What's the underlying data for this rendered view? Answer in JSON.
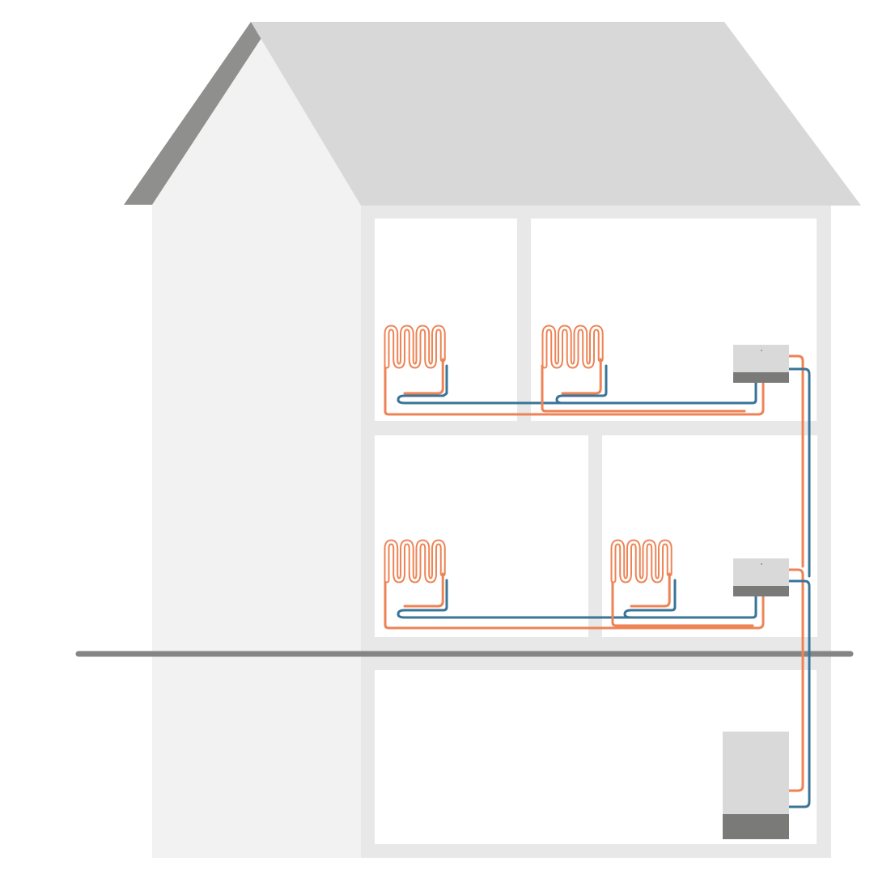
{
  "diagram": {
    "subject": "underfloor-heating-house-section",
    "colors": {
      "background": "#ffffff",
      "gable_wall": "#f2f2f2",
      "roof": "#d8d8d8",
      "roof_edge": "#8f8f8d",
      "interior_wall": "#e8e8e8",
      "room": "#ffffff",
      "ground_line": "#858585",
      "flow_pipe": "#ee8355",
      "return_pipe": "#3a7497",
      "unit_body": "#d9d9d9",
      "unit_base": "#7a7a78"
    },
    "floors": [
      {
        "level": "upper",
        "rooms": 2,
        "heating_loops": 2,
        "manifold": "manifold-upper"
      },
      {
        "level": "middle",
        "rooms": 2,
        "heating_loops": 2,
        "manifold": "manifold-middle"
      },
      {
        "level": "basement",
        "rooms": 1,
        "heating_loops": 0,
        "manifold": null
      }
    ],
    "heat_source": {
      "type": "boiler-or-heat-pump",
      "location": "basement"
    },
    "pipes": {
      "flow": "supply-riser",
      "return": "return-riser"
    }
  }
}
